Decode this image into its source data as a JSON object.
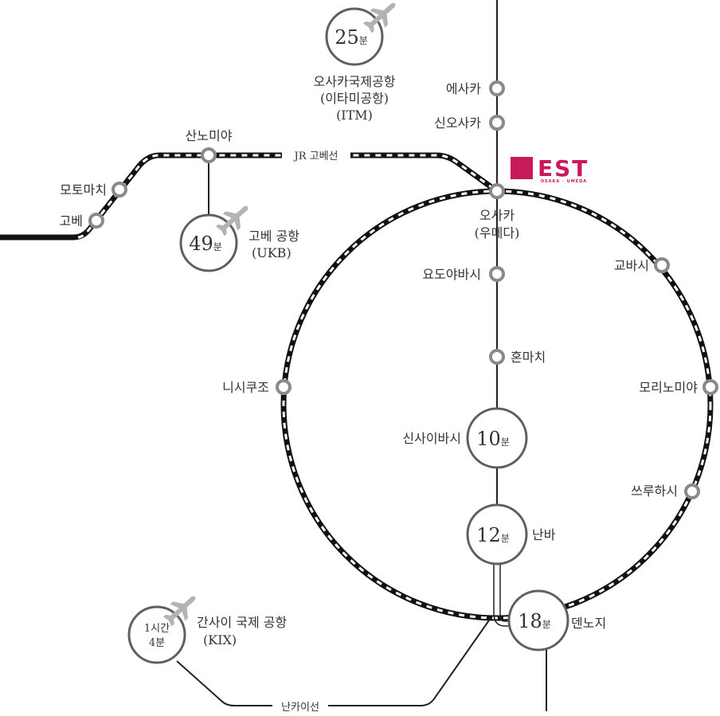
{
  "colors": {
    "line": "#222222",
    "station_ring": "#8a8a8a",
    "time_circle": "#5a6068",
    "plane": "#b3b3b3",
    "brand": "#c8195a"
  },
  "brand": {
    "name": "EST",
    "sub": "OSAKA · UMEDA"
  },
  "stations": {
    "esaka": "에사카",
    "shin_osaka": "신오사카",
    "osaka": "오사카",
    "umeda": "(우메다)",
    "yodoyabashi": "요도야바시",
    "honmachi": "혼마치",
    "shinsaibashi": "신사이바시",
    "namba": "난바",
    "tennoji": "덴노지",
    "kyobashi": "교바시",
    "morinomiya": "모리노미야",
    "tsuruhashi": "쓰루하시",
    "nishikujo": "니시쿠조",
    "sannomiya": "산노미야",
    "motomachi": "모토마치",
    "kobe": "고베"
  },
  "lines": {
    "jr_kobe": "JR 고베선",
    "nankai": "난카이선"
  },
  "airports": {
    "itm": {
      "name": "오사카국제공항",
      "alt": "(이타미공항)",
      "code": "(ITM)",
      "minutes": "25",
      "unit": "분"
    },
    "ukb": {
      "name": "고베 공항",
      "code": "(UKB)",
      "minutes": "49",
      "unit": "분"
    },
    "kix": {
      "name": "간사이 국제 공항",
      "code": "(KIX)",
      "line1": "1시간",
      "line2": "4분"
    }
  },
  "times": {
    "shinsaibashi": {
      "minutes": "10",
      "unit": "분"
    },
    "namba": {
      "minutes": "12",
      "unit": "분"
    },
    "tennoji": {
      "minutes": "18",
      "unit": "분"
    }
  }
}
